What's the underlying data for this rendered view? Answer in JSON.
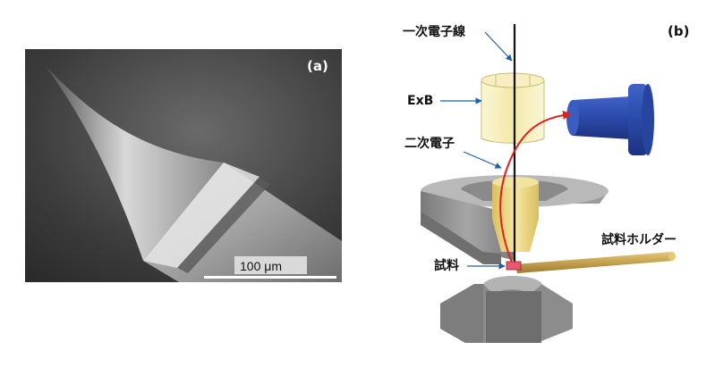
{
  "panel_a": {
    "label": "(a)",
    "scale_bar": "100 μm"
  },
  "panel_b": {
    "label": "(b)",
    "labels": {
      "primary_beam": "一次電子線",
      "exb": "ExB",
      "secondary_electron": "二次電子",
      "sample_holder": "試料ホルダー",
      "sample": "試料"
    }
  },
  "colors": {
    "exb_filter": "#f6efba",
    "detector": "#2b4aa8",
    "lens_gray": "#8f8f8f",
    "bore_yellow": "#e8d27a",
    "electron_path": "#e01f1f",
    "holder_gold": "#c9a24a",
    "pointer_blue": "#1f5fa8"
  }
}
